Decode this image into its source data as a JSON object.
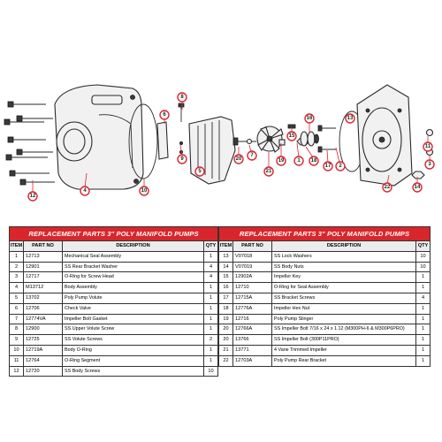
{
  "colors": {
    "accent": "#d9262c",
    "line": "#2a2a2a",
    "header_text": "#ffffff"
  },
  "callouts": [
    "1",
    "2",
    "3",
    "4",
    "5",
    "6",
    "7",
    "8",
    "9",
    "10",
    "11",
    "12",
    "13",
    "14",
    "15",
    "16",
    "17",
    "18",
    "19",
    "20",
    "21",
    "22"
  ],
  "tables": {
    "left": {
      "title": "REPLACEMENT PARTS 3\" POLY MANIFOLD PUMPS",
      "headers": {
        "item": "ITEM",
        "part": "PART NO",
        "desc": "DESCRIPTION",
        "qty": "QTY"
      },
      "rows": [
        {
          "item": "1",
          "part": "12713",
          "desc": "Mechanical Seal Assembly",
          "qty": "1"
        },
        {
          "item": "2",
          "part": "12901",
          "desc": "SS Rear Bracket Washer",
          "qty": "4"
        },
        {
          "item": "3",
          "part": "12717",
          "desc": "O-Ring for Screw Head",
          "qty": "4"
        },
        {
          "item": "4",
          "part": "M13712",
          "desc": "Body Assembly",
          "qty": "1"
        },
        {
          "item": "5",
          "part": "13702",
          "desc": "Poly Pump Volute",
          "qty": "1"
        },
        {
          "item": "6",
          "part": "12706",
          "desc": "Check Valve",
          "qty": "1"
        },
        {
          "item": "7",
          "part": "12774VA",
          "desc": "Impeller Bolt Gasket",
          "qty": "1"
        },
        {
          "item": "8",
          "part": "12900",
          "desc": "SS Upper Volute Screw",
          "qty": "1"
        },
        {
          "item": "9",
          "part": "12725",
          "desc": "SS Volute Screws",
          "qty": "2"
        },
        {
          "item": "10",
          "part": "12719A",
          "desc": "Body O-Ring",
          "qty": "1"
        },
        {
          "item": "11",
          "part": "12764",
          "desc": "O-Ring Segment",
          "qty": "1"
        },
        {
          "item": "12",
          "part": "12720",
          "desc": "SS Body Screws",
          "qty": "10"
        }
      ]
    },
    "right": {
      "title": "REPLACEMENT PARTS 3\" POLY MANIFOLD PUMPS",
      "headers": {
        "item": "ITEM",
        "part": "PART NO",
        "desc": "DESCRIPTION",
        "qty": "QTY"
      },
      "rows": [
        {
          "item": "13",
          "part": "V07018",
          "desc": "SS Lock Washers",
          "qty": "10"
        },
        {
          "item": "14",
          "part": "V07019",
          "desc": "SS Body Nuts",
          "qty": "10"
        },
        {
          "item": "15",
          "part": "12902A",
          "desc": "Impeller Key",
          "qty": "1"
        },
        {
          "item": "16",
          "part": "12710",
          "desc": "O-Ring for Seal Assembly",
          "qty": "1"
        },
        {
          "item": "17",
          "part": "12715A",
          "desc": "SS Bracket Screws",
          "qty": "4"
        },
        {
          "item": "18",
          "part": "12776A",
          "desc": "Impeller Hex Nut",
          "qty": "1"
        },
        {
          "item": "19",
          "part": "12716",
          "desc": "Poly Pump Slinger",
          "qty": "1"
        },
        {
          "item": "20",
          "part": "12766A",
          "desc": "SS Impeller Bolt 7/16 x 24 x 1.12 (M300PH-6 & M300P6PRO)",
          "qty": "1"
        },
        {
          "item": "20",
          "part": "13766",
          "desc": "SS Impeller Bolt (300P11PRO)",
          "qty": "1"
        },
        {
          "item": "21",
          "part": "13771",
          "desc": "4 Vane Trimmed Impeller",
          "qty": "1"
        },
        {
          "item": "22",
          "part": "12703A",
          "desc": "Poly Pump Rear Bracket",
          "qty": "1"
        }
      ]
    }
  }
}
